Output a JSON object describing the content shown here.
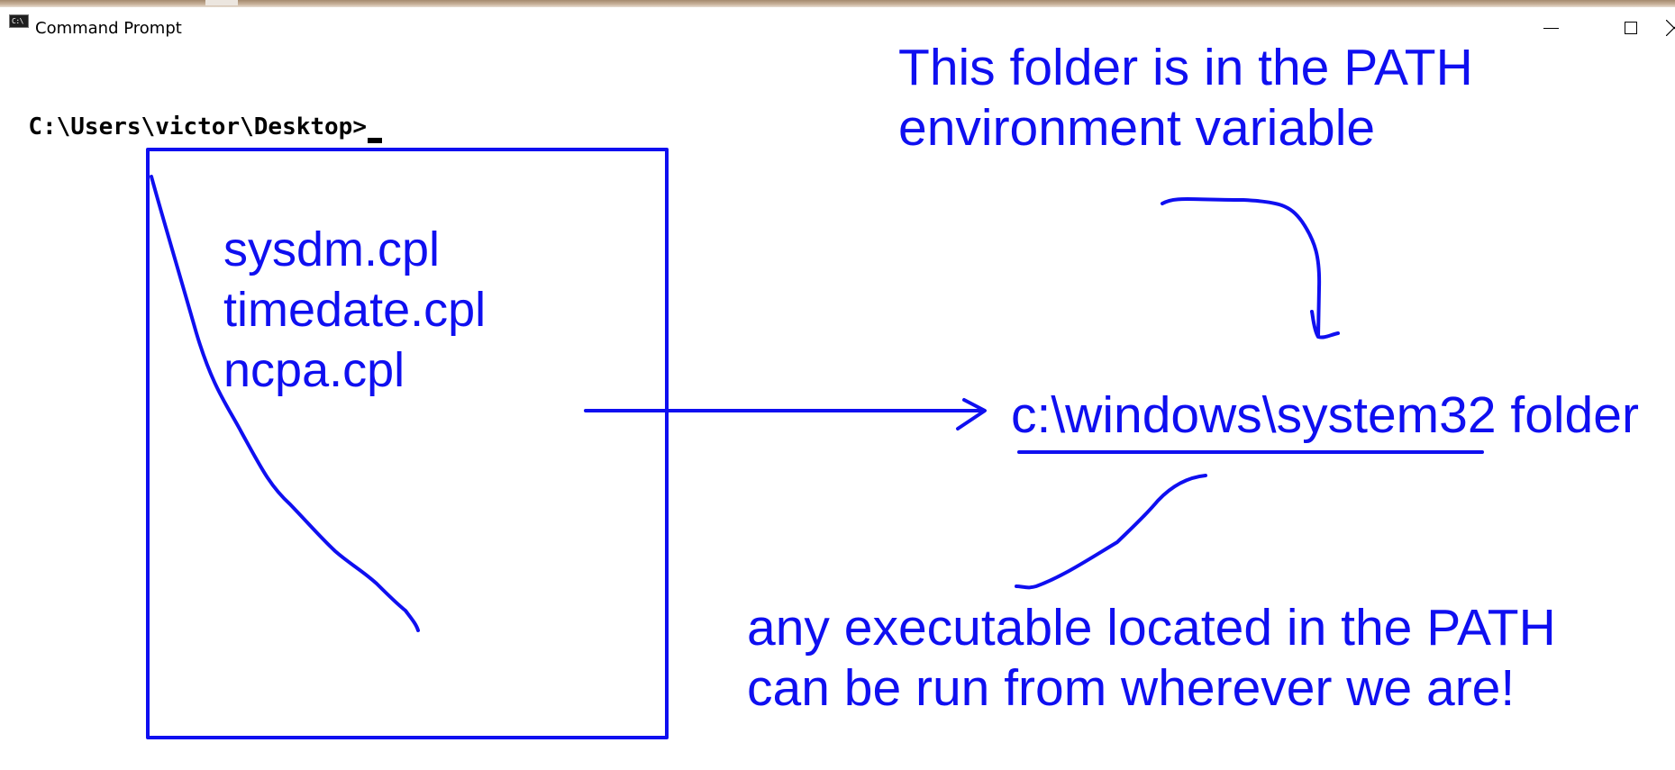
{
  "window": {
    "title": "Command Prompt",
    "icon": "cmd-icon",
    "icon_text": "C:\\",
    "controls": [
      "minimize-icon",
      "maximize-icon",
      "close-icon"
    ]
  },
  "console": {
    "prompt": "C:\\Users\\victor\\Desktop>"
  },
  "annotations": {
    "ink_color": "#0f0ff0",
    "path_note": [
      "This folder is in the PATH",
      "environment variable"
    ],
    "files": [
      "sysdm.cpl",
      "timedate.cpl",
      "ncpa.cpl"
    ],
    "system32": "c:\\windows\\system32 folder",
    "any_executable": [
      "any executable located in the PATH",
      "can be run from wherever we are!"
    ]
  }
}
